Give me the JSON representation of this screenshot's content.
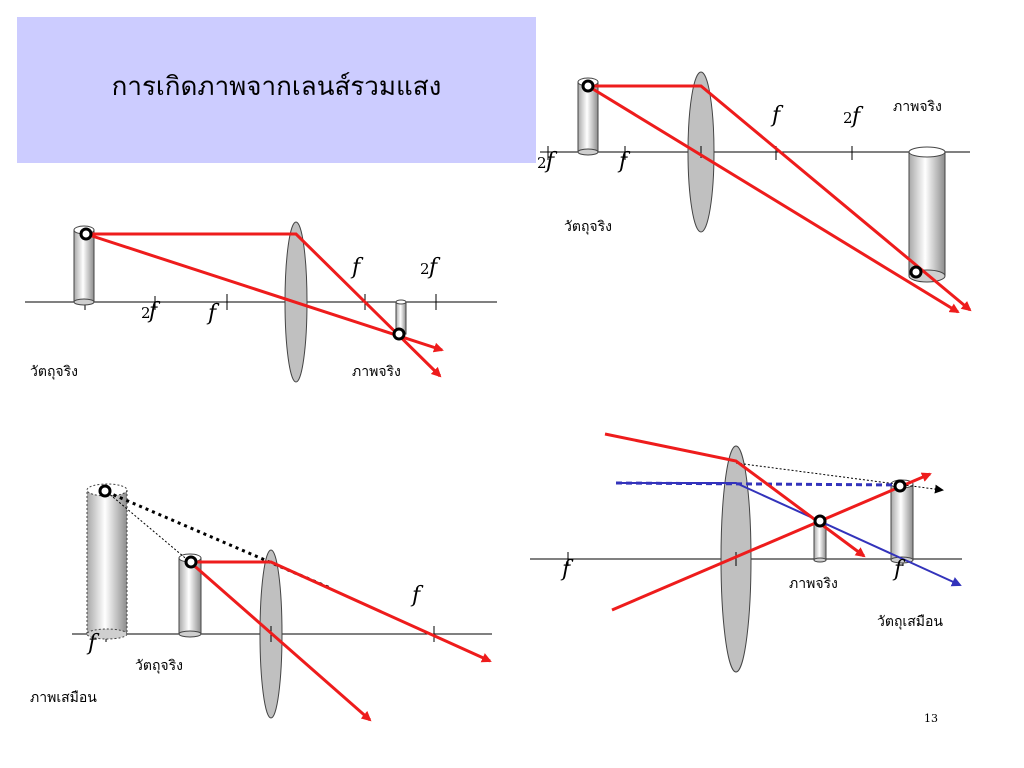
{
  "title": "การเกิดภาพจากเลนส์รวมแสง",
  "page_number": "13",
  "colors": {
    "ray": "#ee1c1c",
    "virtual_ray": "#3333bb",
    "lens": "#c0c0c0",
    "title_bg": "#ccccff"
  },
  "focal": "f",
  "two": "2",
  "diagrams": {
    "d1": {
      "object_label": "วัตถุจริง",
      "image_label": "ภาพจริง"
    },
    "d2": {
      "object_label": "วัตถุจริง",
      "image_label": "ภาพจริง"
    },
    "d3": {
      "object_label": "วัตถุจริง",
      "image_label": "ภาพเสมือน"
    },
    "d4": {
      "object_label": "วัตถุเสมือน",
      "image_label": "ภาพจริง"
    }
  }
}
